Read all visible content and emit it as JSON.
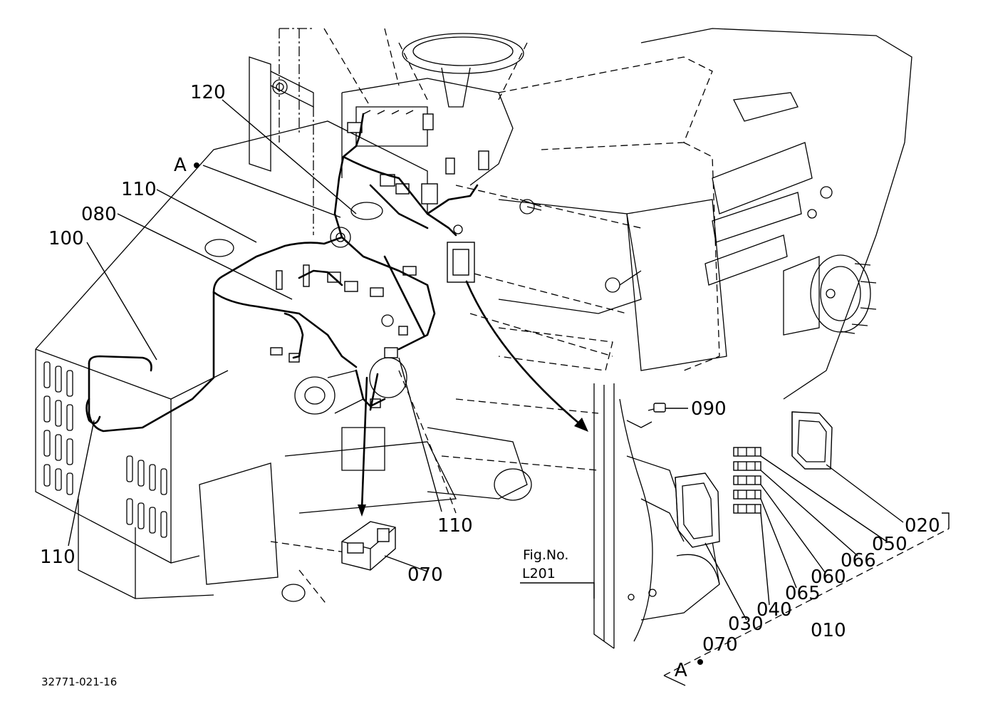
{
  "figure_code": "32771-021-16",
  "reference": {
    "line1": "Fig.No.",
    "line2": "L201"
  },
  "view_markers": {
    "a_main": "A",
    "a_detail": "A"
  },
  "callouts": {
    "c120": "120",
    "c110_top": "110",
    "c080": "080",
    "c100": "100",
    "c110_left": "110",
    "c110_mid": "110",
    "c070_main": "070",
    "c090": "090",
    "c020": "020",
    "c050": "050",
    "c066": "066",
    "c060": "060",
    "c065": "065",
    "c040": "040",
    "c030": "030",
    "c010": "010",
    "c070_detail": "070"
  }
}
